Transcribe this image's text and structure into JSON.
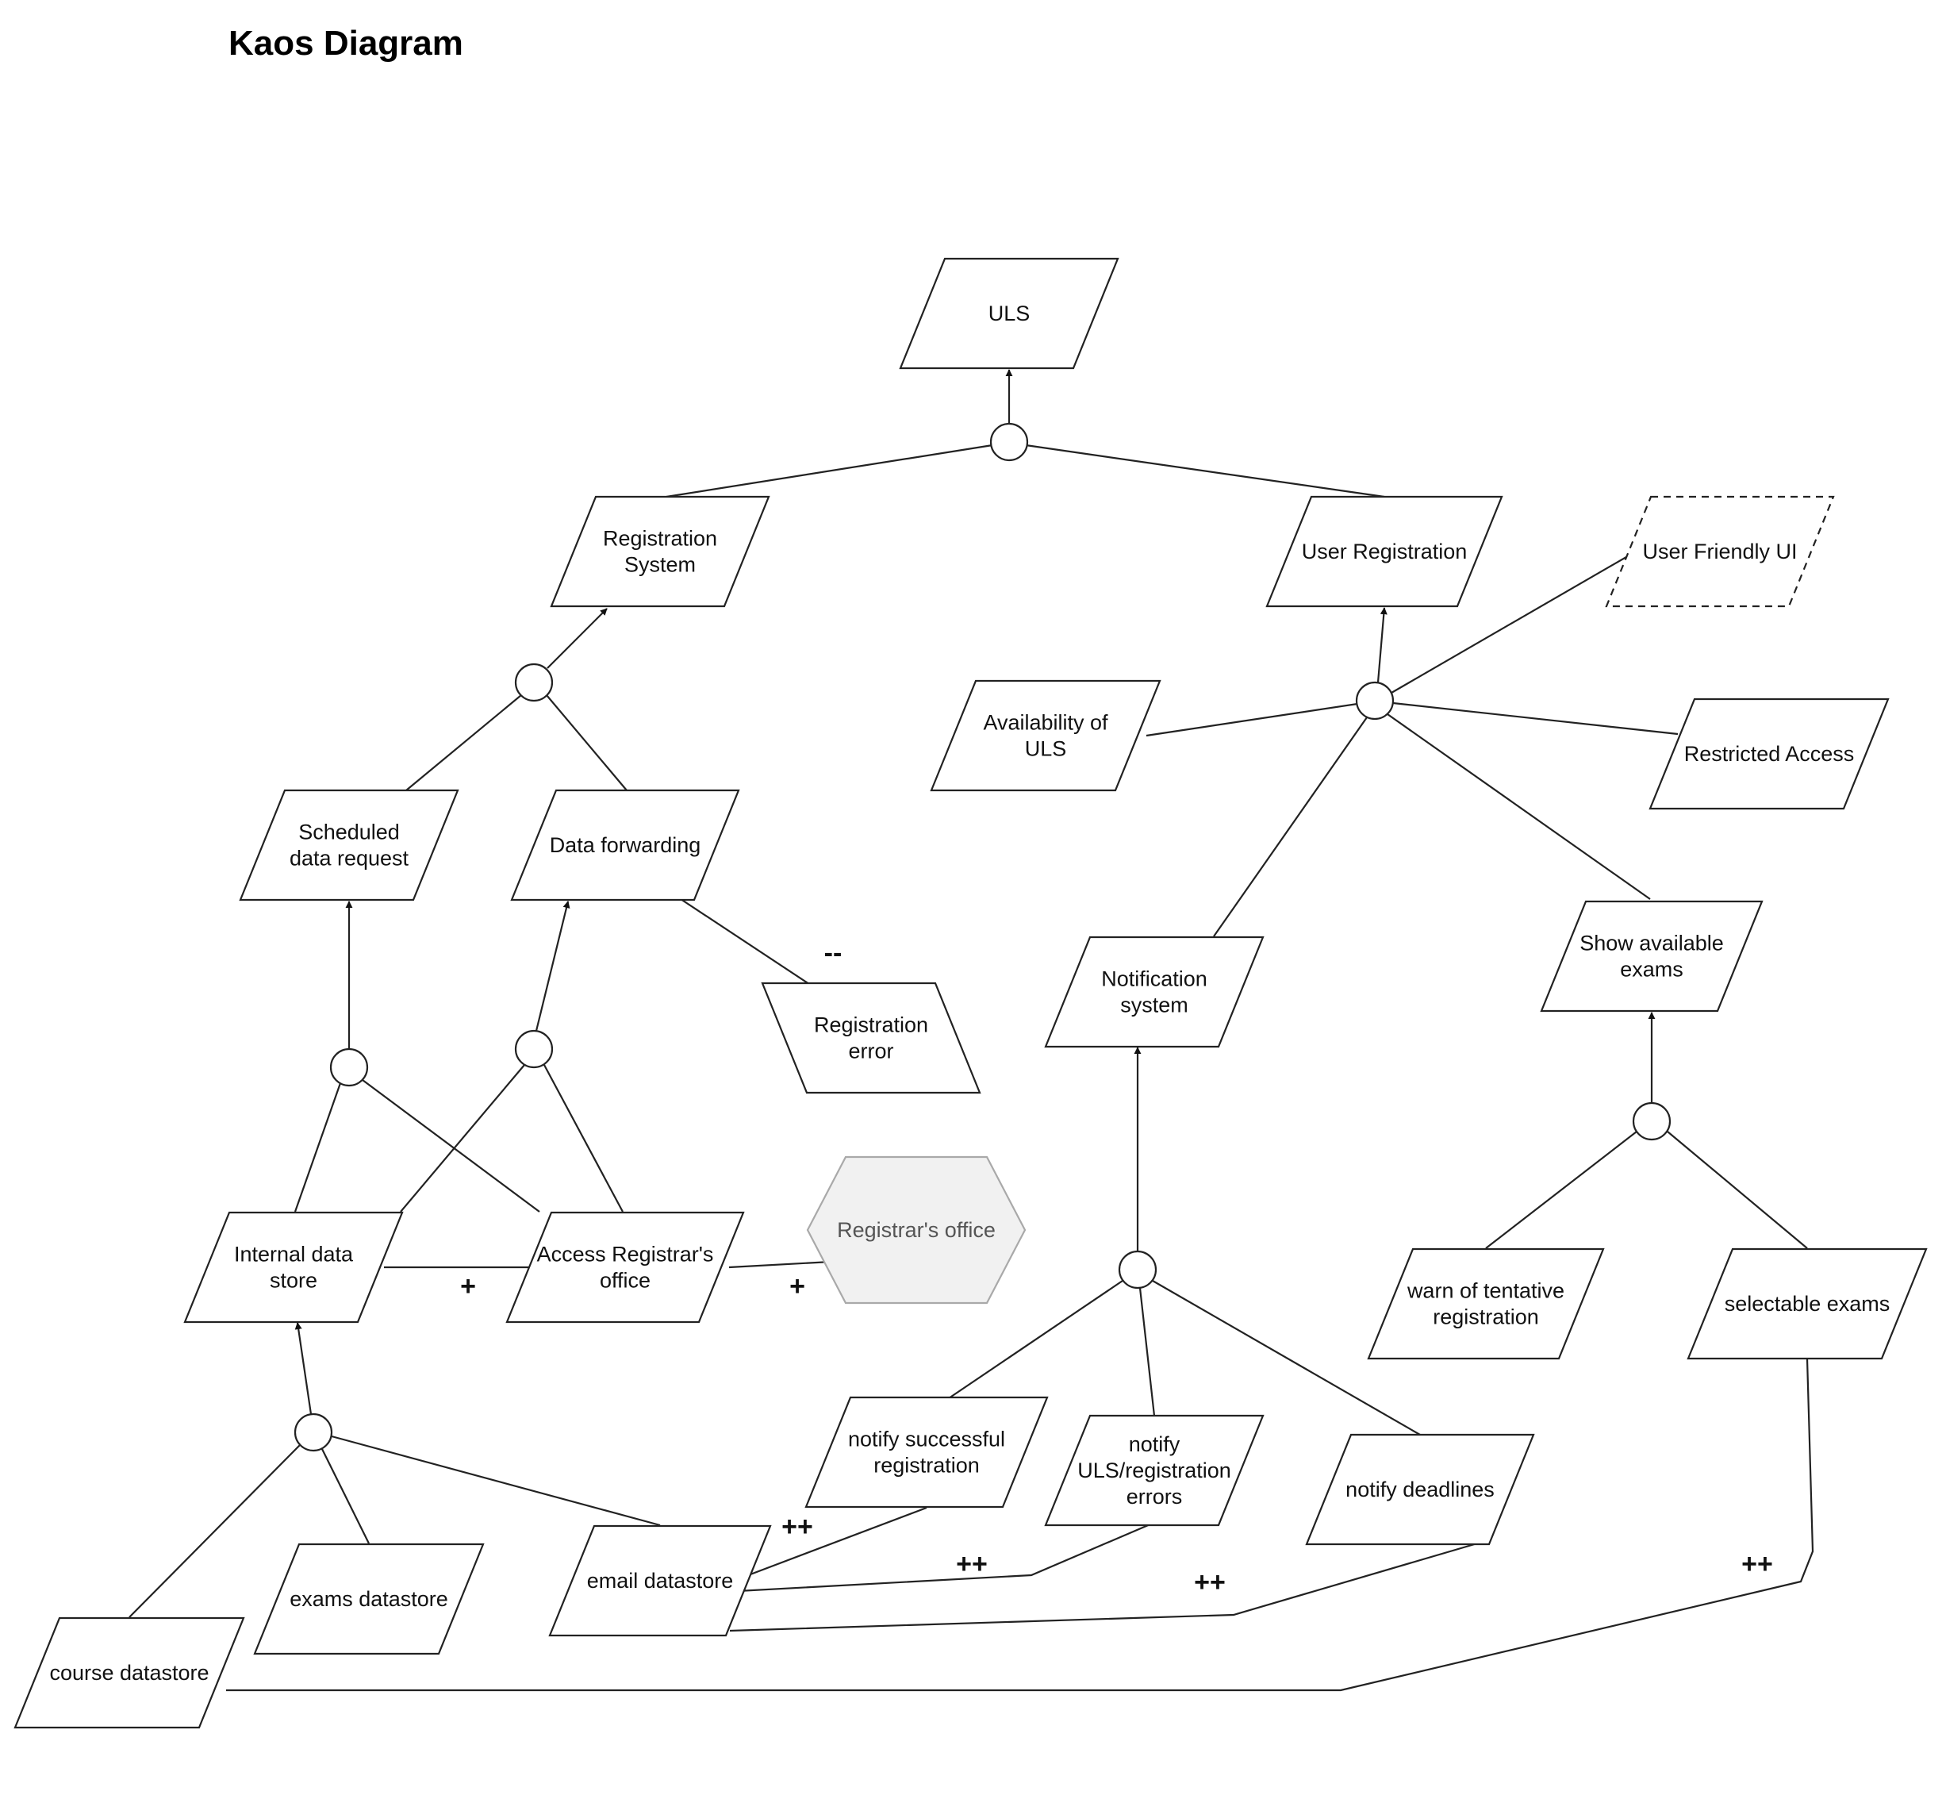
{
  "title": "Kaos Diagram",
  "goals": {
    "uls": [
      "ULS"
    ],
    "registration_system": [
      "Registration",
      "System"
    ],
    "user_registration": [
      "User Registration"
    ],
    "user_friendly_ui": [
      "User Friendly UI"
    ],
    "availability": [
      "Availability of",
      "ULS"
    ],
    "restricted_access": [
      "Restricted Access"
    ],
    "scheduled_data_request": [
      "Scheduled",
      "data request"
    ],
    "data_forwarding": [
      "Data forwarding"
    ],
    "registration_error": [
      "Registration",
      "error"
    ],
    "notification_system": [
      "Notification",
      "system"
    ],
    "show_available_exams": [
      "Show available",
      "exams"
    ],
    "internal_data_store": [
      "Internal data",
      "store"
    ],
    "access_registrars_office": [
      "Access Registrar's",
      "office"
    ],
    "warn_tentative": [
      "warn of tentative",
      "registration"
    ],
    "selectable_exams": [
      "selectable exams"
    ],
    "notify_successful": [
      "notify successful",
      "registration"
    ],
    "notify_errors": [
      "notify",
      "ULS/registration",
      "errors"
    ],
    "notify_deadlines": [
      "notify deadlines"
    ],
    "email_datastore": [
      "email datastore"
    ],
    "exams_datastore": [
      "exams datastore"
    ],
    "course_datastore": [
      "course datastore"
    ]
  },
  "agents": {
    "registrars_office": [
      "Registrar's office"
    ]
  },
  "contributions": {
    "neg_registration_error": "--",
    "plus_internal_access": "+",
    "plus_access_office": "+",
    "pp_email_successful": "++",
    "pp_email_errors": "++",
    "pp_email_deadlines": "++",
    "pp_course_selectable": "++"
  },
  "colors": {
    "stroke": "#222222",
    "agent_fill": "#f1f1f1",
    "agent_stroke": "#a9a9a9"
  }
}
